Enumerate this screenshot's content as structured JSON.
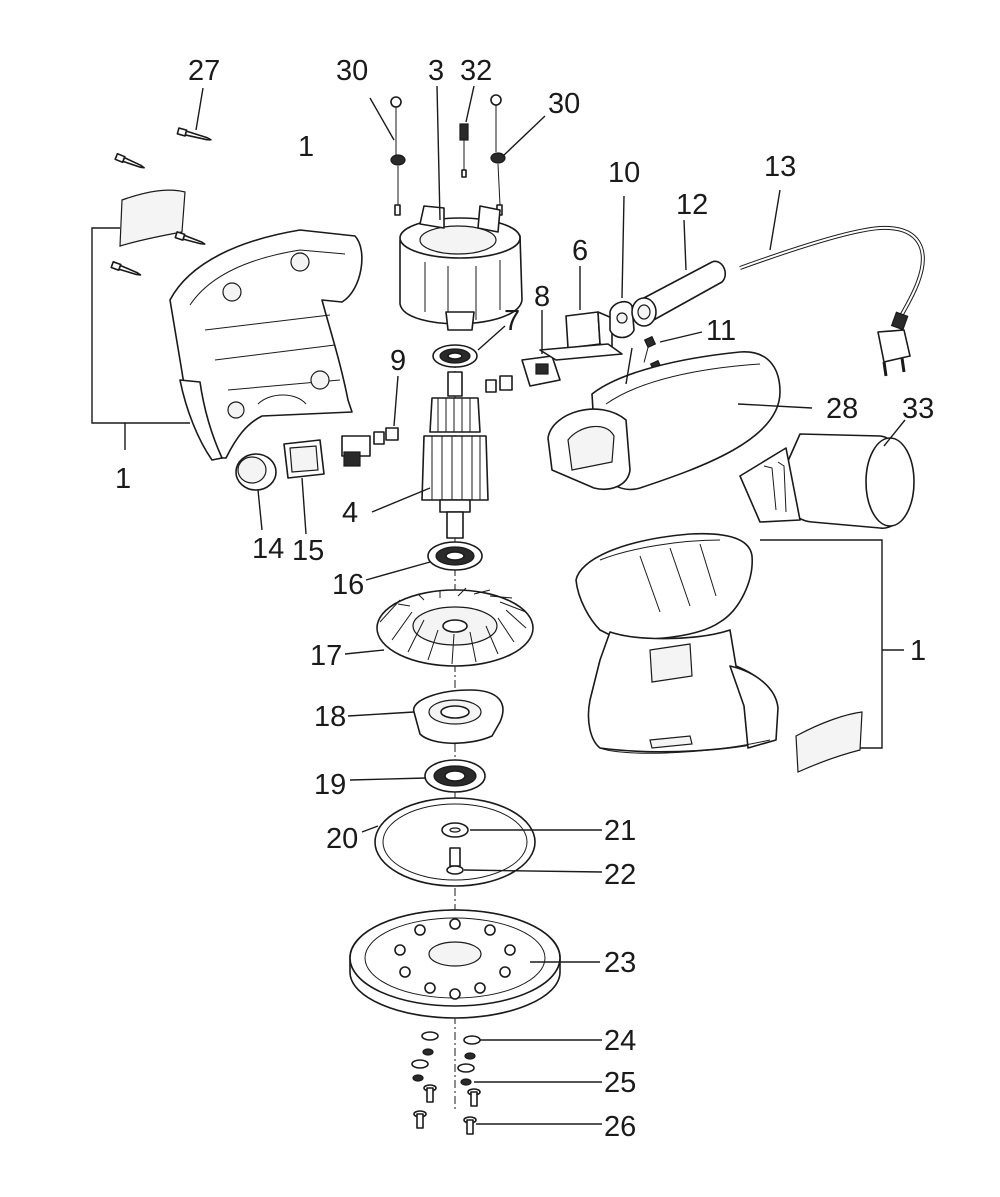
{
  "callouts": [
    {
      "id": "c27a",
      "text": "27"
    },
    {
      "id": "c30a",
      "text": "30"
    },
    {
      "id": "c3",
      "text": "3"
    },
    {
      "id": "c32",
      "text": "32"
    },
    {
      "id": "c30b",
      "text": "30"
    },
    {
      "id": "c1a",
      "text": "1"
    },
    {
      "id": "c10",
      "text": "10"
    },
    {
      "id": "c13",
      "text": "13"
    },
    {
      "id": "c12",
      "text": "12"
    },
    {
      "id": "c6",
      "text": "6"
    },
    {
      "id": "c8",
      "text": "8"
    },
    {
      "id": "c7",
      "text": "7"
    },
    {
      "id": "c11",
      "text": "11"
    },
    {
      "id": "c9",
      "text": "9"
    },
    {
      "id": "c28",
      "text": "28"
    },
    {
      "id": "c33",
      "text": "33"
    },
    {
      "id": "c1b",
      "text": "1"
    },
    {
      "id": "c4",
      "text": "4"
    },
    {
      "id": "c14",
      "text": "14"
    },
    {
      "id": "c15",
      "text": "15"
    },
    {
      "id": "c16",
      "text": "16"
    },
    {
      "id": "c1c",
      "text": "1"
    },
    {
      "id": "c17",
      "text": "17"
    },
    {
      "id": "c18",
      "text": "18"
    },
    {
      "id": "c19",
      "text": "19"
    },
    {
      "id": "c21",
      "text": "21"
    },
    {
      "id": "c20",
      "text": "20"
    },
    {
      "id": "c22",
      "text": "22"
    },
    {
      "id": "c23",
      "text": "23"
    },
    {
      "id": "c24",
      "text": "24"
    },
    {
      "id": "c25",
      "text": "25"
    },
    {
      "id": "c26",
      "text": "26"
    }
  ]
}
